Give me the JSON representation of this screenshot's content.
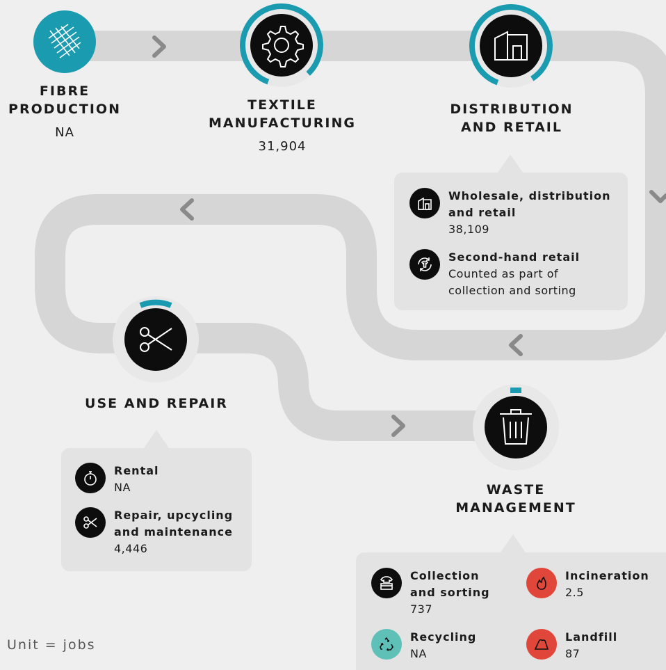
{
  "colors": {
    "path": "#d6d6d6",
    "accent": "#1a9bb0",
    "node_bg": "#0d0d0d",
    "ring": "#e8e8e8",
    "incineration": "#e0473a",
    "landfill": "#e0473a",
    "recycling": "#5fc0b8"
  },
  "stages": {
    "fibre": {
      "title": "FIBRE\nPRODUCTION",
      "value": "NA",
      "icon": "woven-fibre-icon"
    },
    "textile": {
      "title": "TEXTILE\nMANUFACTURING",
      "value": "31,904",
      "icon": "gear-icon"
    },
    "distribution": {
      "title": "DISTRIBUTION\nAND RETAIL",
      "icon": "store-icon"
    },
    "use": {
      "title": "USE AND REPAIR",
      "icon": "scissors-icon"
    },
    "waste": {
      "title": "WASTE\nMANAGEMENT",
      "icon": "trash-bin-icon"
    }
  },
  "distribution_box": {
    "items": [
      {
        "label": "Wholesale, distribution\nand retail",
        "value": "38,109",
        "icon": "store-icon"
      },
      {
        "label": "Second-hand retail",
        "value": "Counted as part of\ncollection and sorting",
        "icon": "recycle-shirt-icon"
      }
    ]
  },
  "use_box": {
    "items": [
      {
        "label": "Rental",
        "value": "NA",
        "icon": "stopwatch-icon"
      },
      {
        "label": "Repair, upcycling\nand maintenance",
        "value": "4,446",
        "icon": "scissors-icon"
      }
    ]
  },
  "waste_box": {
    "items": [
      {
        "label": "Collection\nand sorting",
        "value": "737",
        "icon": "shirt-box-icon"
      },
      {
        "label": "Incineration",
        "value": "2.5",
        "icon": "flame-icon"
      },
      {
        "label": "Recycling",
        "value": "NA",
        "icon": "recycle-icon"
      },
      {
        "label": "Landfill",
        "value": "87",
        "icon": "landfill-icon"
      }
    ]
  },
  "footer": {
    "unit": "Unit = jobs"
  }
}
